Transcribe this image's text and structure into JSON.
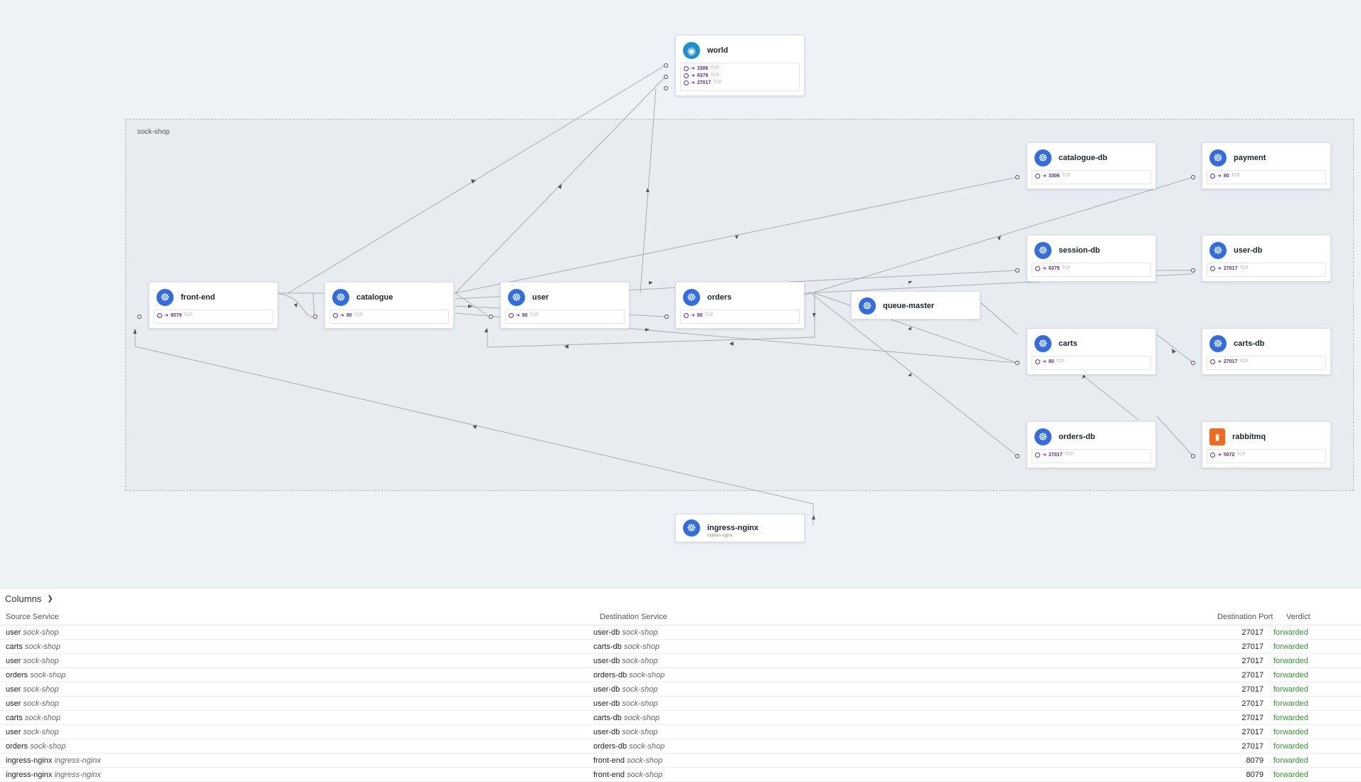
{
  "namespace_label": "sock-shop",
  "nodes": {
    "world": {
      "title": "world",
      "icon": "globe-icon",
      "ports": [
        {
          "port": "3306",
          "proto": "TCP"
        },
        {
          "port": "6379",
          "proto": "TCP"
        },
        {
          "port": "27017",
          "proto": "TCP"
        }
      ]
    },
    "front_end": {
      "title": "front-end",
      "icon": "kubernetes-icon",
      "ports": [
        {
          "port": "8079",
          "proto": "TCP"
        }
      ]
    },
    "catalogue": {
      "title": "catalogue",
      "icon": "kubernetes-icon",
      "ports": [
        {
          "port": "80",
          "proto": "TCP"
        }
      ]
    },
    "user": {
      "title": "user",
      "icon": "kubernetes-icon",
      "ports": [
        {
          "port": "80",
          "proto": "TCP"
        }
      ]
    },
    "orders": {
      "title": "orders",
      "icon": "kubernetes-icon",
      "ports": [
        {
          "port": "80",
          "proto": "TCP"
        }
      ]
    },
    "queue_master": {
      "title": "queue-master",
      "icon": "kubernetes-icon",
      "ports": []
    },
    "catalogue_db": {
      "title": "catalogue-db",
      "icon": "kubernetes-icon",
      "ports": [
        {
          "port": "3306",
          "proto": "TCP"
        }
      ]
    },
    "session_db": {
      "title": "session-db",
      "icon": "kubernetes-icon",
      "ports": [
        {
          "port": "6379",
          "proto": "TCP"
        }
      ]
    },
    "carts": {
      "title": "carts",
      "icon": "kubernetes-icon",
      "ports": [
        {
          "port": "80",
          "proto": "TCP"
        }
      ]
    },
    "orders_db": {
      "title": "orders-db",
      "icon": "kubernetes-icon",
      "ports": [
        {
          "port": "27017",
          "proto": "TCP"
        }
      ]
    },
    "payment": {
      "title": "payment",
      "icon": "kubernetes-icon",
      "ports": [
        {
          "port": "80",
          "proto": "TCP"
        }
      ]
    },
    "user_db": {
      "title": "user-db",
      "icon": "kubernetes-icon",
      "ports": [
        {
          "port": "27017",
          "proto": "TCP"
        }
      ]
    },
    "carts_db": {
      "title": "carts-db",
      "icon": "kubernetes-icon",
      "ports": [
        {
          "port": "27017",
          "proto": "TCP"
        }
      ]
    },
    "rabbitmq": {
      "title": "rabbitmq",
      "icon": "rabbitmq-icon",
      "ports": [
        {
          "port": "5672",
          "proto": "TCP"
        }
      ]
    },
    "ingress_nginx": {
      "title": "ingress-nginx",
      "subtitle": "ingress-nginx",
      "icon": "kubernetes-icon",
      "ports": []
    }
  },
  "table": {
    "columns_button": "Columns",
    "headers": {
      "source": "Source Service",
      "destination": "Destination Service",
      "port": "Destination Port",
      "verdict": "Verdict"
    },
    "rows": [
      {
        "src": "user",
        "src_ns": "sock-shop",
        "dst": "user-db",
        "dst_ns": "sock-shop",
        "port": "27017",
        "verdict": "forwarded"
      },
      {
        "src": "carts",
        "src_ns": "sock-shop",
        "dst": "carts-db",
        "dst_ns": "sock-shop",
        "port": "27017",
        "verdict": "forwarded"
      },
      {
        "src": "user",
        "src_ns": "sock-shop",
        "dst": "user-db",
        "dst_ns": "sock-shop",
        "port": "27017",
        "verdict": "forwarded"
      },
      {
        "src": "orders",
        "src_ns": "sock-shop",
        "dst": "orders-db",
        "dst_ns": "sock-shop",
        "port": "27017",
        "verdict": "forwarded"
      },
      {
        "src": "user",
        "src_ns": "sock-shop",
        "dst": "user-db",
        "dst_ns": "sock-shop",
        "port": "27017",
        "verdict": "forwarded"
      },
      {
        "src": "user",
        "src_ns": "sock-shop",
        "dst": "user-db",
        "dst_ns": "sock-shop",
        "port": "27017",
        "verdict": "forwarded"
      },
      {
        "src": "carts",
        "src_ns": "sock-shop",
        "dst": "carts-db",
        "dst_ns": "sock-shop",
        "port": "27017",
        "verdict": "forwarded"
      },
      {
        "src": "user",
        "src_ns": "sock-shop",
        "dst": "user-db",
        "dst_ns": "sock-shop",
        "port": "27017",
        "verdict": "forwarded"
      },
      {
        "src": "orders",
        "src_ns": "sock-shop",
        "dst": "orders-db",
        "dst_ns": "sock-shop",
        "port": "27017",
        "verdict": "forwarded"
      },
      {
        "src": "ingress-nginx",
        "src_ns": "ingress-nginx",
        "dst": "front-end",
        "dst_ns": "sock-shop",
        "port": "8079",
        "verdict": "forwarded"
      },
      {
        "src": "ingress-nginx",
        "src_ns": "ingress-nginx",
        "dst": "front-end",
        "dst_ns": "sock-shop",
        "port": "8079",
        "verdict": "forwarded"
      }
    ]
  },
  "colors": {
    "accent": "#326ce5",
    "port": "#5b2d96",
    "verdict": "#2e9b2e",
    "edge": "#a9adb3"
  }
}
